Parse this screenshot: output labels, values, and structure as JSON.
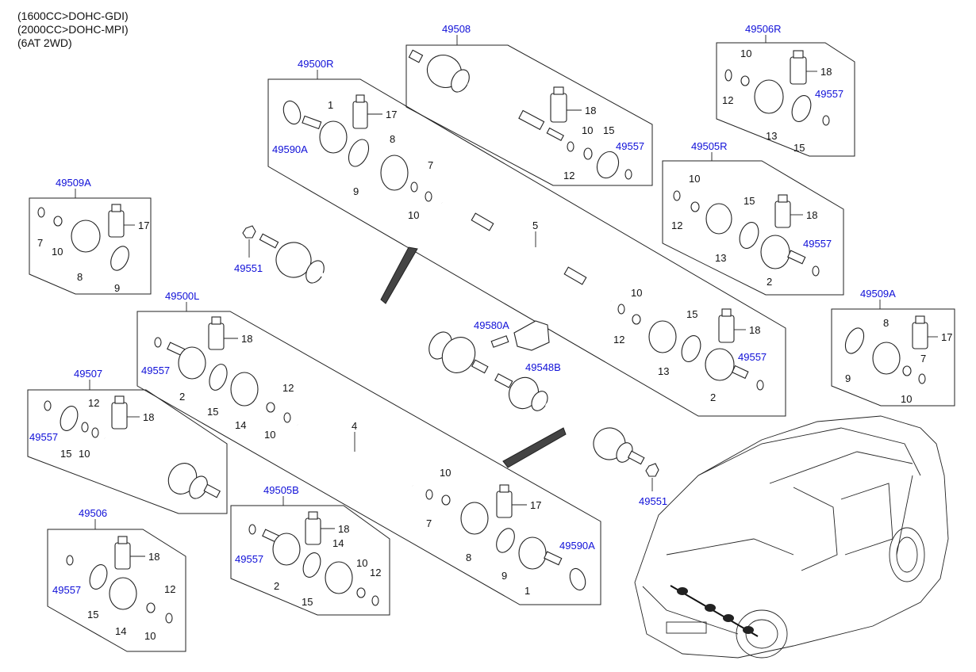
{
  "header": {
    "lines": [
      "(1600CC>DOHC-GDI)",
      "(2000CC>DOHC-MPI)",
      "(6AT 2WD)"
    ]
  },
  "colors": {
    "reference": "#1010d8",
    "text": "#111111",
    "line": "#222222"
  },
  "groups": {
    "g49508": {
      "ref": "49508",
      "labels": [
        "18",
        "10",
        "15",
        "49557",
        "12"
      ]
    },
    "g49506R": {
      "ref": "49506R",
      "labels": [
        "10",
        "18",
        "12",
        "49557",
        "13",
        "15"
      ]
    },
    "g49500R": {
      "ref": "49500R",
      "labels": [
        "1",
        "17",
        "49590A",
        "8",
        "9",
        "7",
        "10",
        "5",
        "10",
        "12",
        "15",
        "18",
        "13",
        "49557",
        "2"
      ]
    },
    "g49505R": {
      "ref": "49505R",
      "labels": [
        "10",
        "15",
        "18",
        "12",
        "49557",
        "13",
        "2"
      ]
    },
    "g49509A_left": {
      "ref": "49509A",
      "labels": [
        "17",
        "7",
        "10",
        "8",
        "9"
      ]
    },
    "g49509A_right": {
      "ref": "49509A",
      "labels": [
        "8",
        "17",
        "7",
        "9",
        "10"
      ]
    },
    "g49500L": {
      "ref": "49500L",
      "labels": [
        "18",
        "49557",
        "2",
        "15",
        "14",
        "12",
        "10",
        "4",
        "10",
        "17",
        "7",
        "8",
        "9",
        "1",
        "49590A"
      ]
    },
    "g49507": {
      "ref": "49507",
      "labels": [
        "12",
        "18",
        "49557",
        "15",
        "10"
      ]
    },
    "g49505B": {
      "ref": "49505B",
      "labels": [
        "18",
        "14",
        "49557",
        "10",
        "12",
        "2",
        "15"
      ]
    },
    "g49506": {
      "ref": "49506",
      "labels": [
        "18",
        "49557",
        "12",
        "15",
        "14",
        "10"
      ]
    }
  },
  "center": {
    "nut_top": "49551",
    "nut_bottom": "49551",
    "bolt": "49580A",
    "bracket": "49548B"
  }
}
